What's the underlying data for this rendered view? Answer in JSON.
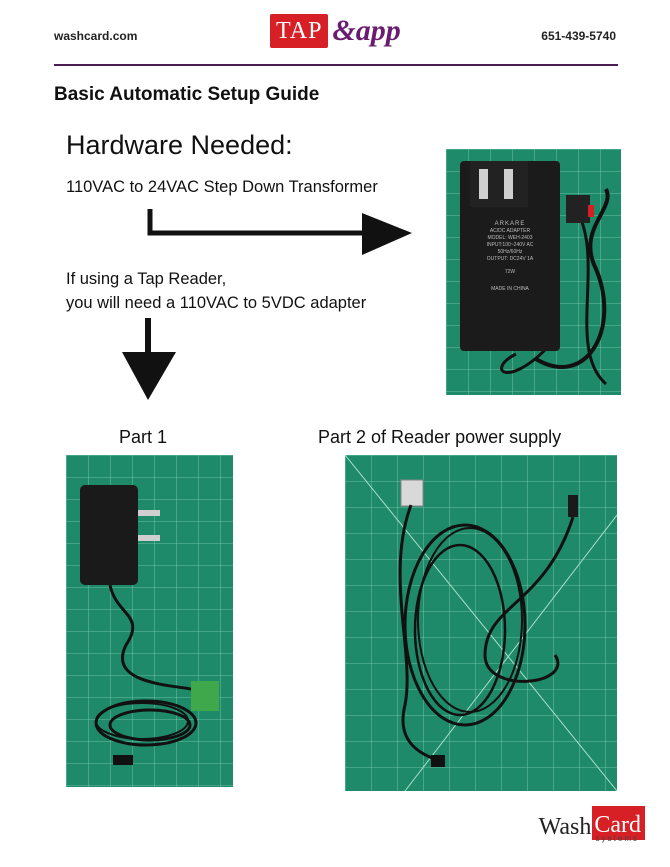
{
  "header": {
    "site": "washcard.com",
    "logo_tap": "TAP",
    "logo_app": "&app",
    "phone": "651-439-5740"
  },
  "guide_title": "Basic Automatic Setup Guide",
  "hardware": {
    "heading": "Hardware Needed:",
    "transformer": "110VAC to 24VAC Step Down Transformer",
    "reader_note_line1": "If using a Tap Reader,",
    "reader_note_line2": "you will need a 110VAC to 5VDC adapter"
  },
  "adapter_label": {
    "brand": "ARKARE",
    "line1": "AC/DC ADAPTER",
    "line2": "MODEL: WEH-2403",
    "line3": "INPUT:100~240V AC",
    "line4": "50Hz/60Hz",
    "line5": "OUTPUT: DC24V 1A",
    "line6": "72W",
    "line7": "MADE IN CHINA"
  },
  "parts": {
    "part1": "Part 1",
    "part2": "Part 2 of Reader power supply"
  },
  "footer": {
    "wash": "Wash",
    "card": "Card",
    "systems": "systems"
  },
  "colors": {
    "brand_red": "#d71f26",
    "brand_purple": "#6a1d6e",
    "mat_green": "#1f8a6a"
  }
}
